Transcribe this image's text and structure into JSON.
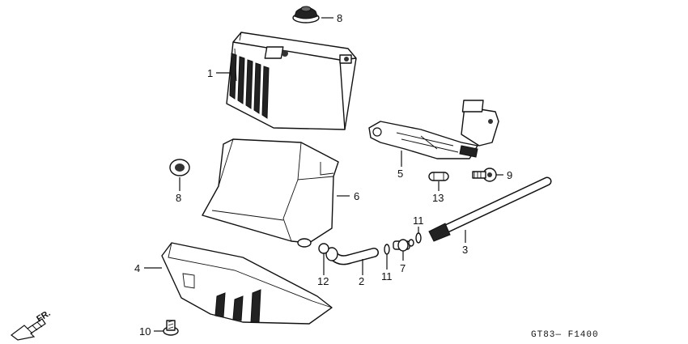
{
  "callouts": [
    {
      "id": "c1",
      "text": "1"
    },
    {
      "id": "c2",
      "text": "2"
    },
    {
      "id": "c3",
      "text": "3"
    },
    {
      "id": "c4",
      "text": "4"
    },
    {
      "id": "c5",
      "text": "5"
    },
    {
      "id": "c6",
      "text": "6"
    },
    {
      "id": "c7",
      "text": "7"
    },
    {
      "id": "c8a",
      "text": "8"
    },
    {
      "id": "c8b",
      "text": "8"
    },
    {
      "id": "c9",
      "text": "9"
    },
    {
      "id": "c10",
      "text": "10"
    },
    {
      "id": "c11a",
      "text": "11"
    },
    {
      "id": "c11b",
      "text": "11"
    },
    {
      "id": "c12",
      "text": "12"
    },
    {
      "id": "c13",
      "text": "13"
    }
  ],
  "direction_label": "FR.",
  "diagram_code": "GT83— F1400"
}
